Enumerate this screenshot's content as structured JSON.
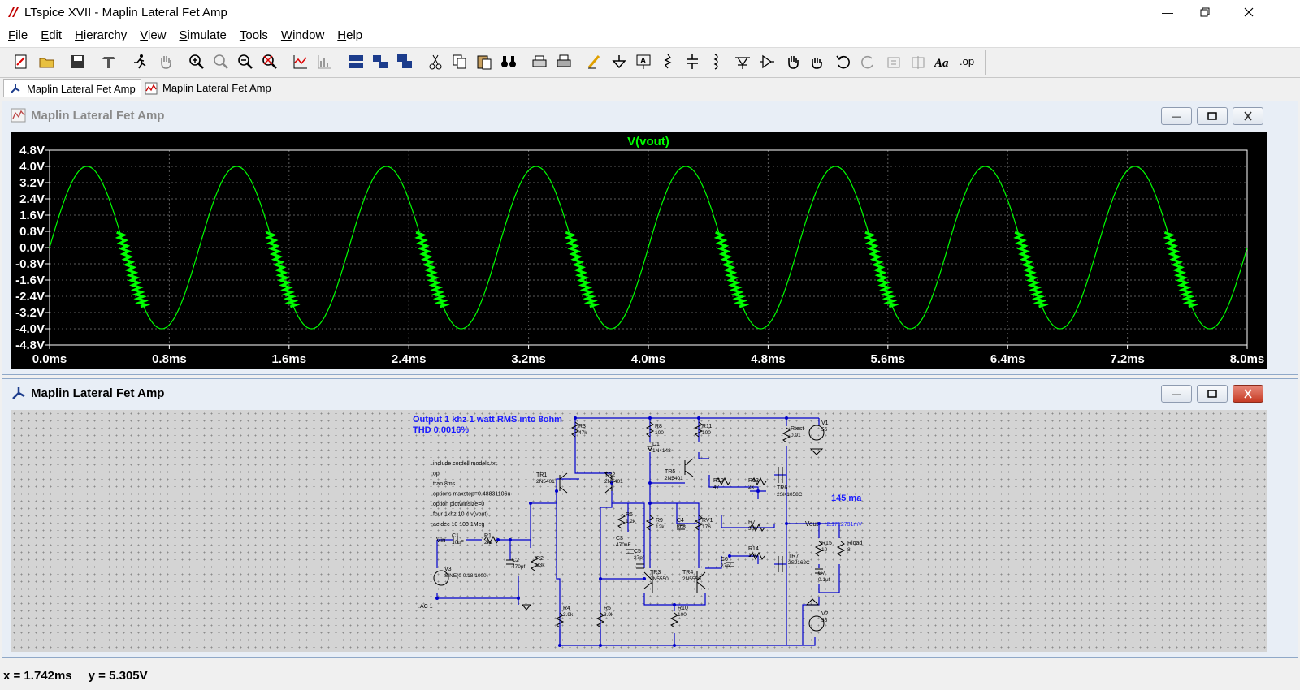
{
  "window": {
    "title": "LTspice XVII - Maplin Lateral Fet Amp"
  },
  "menu": [
    "File",
    "Edit",
    "Hierarchy",
    "View",
    "Simulate",
    "Tools",
    "Window",
    "Help"
  ],
  "tabs": [
    {
      "label": "Maplin Lateral Fet Amp",
      "kind": "schematic",
      "active": true
    },
    {
      "label": "Maplin Lateral Fet Amp",
      "kind": "waveform",
      "active": false
    }
  ],
  "plot_window": {
    "title": "Maplin Lateral Fet Amp"
  },
  "schematic_window": {
    "title": "Maplin Lateral Fet Amp"
  },
  "colors": {
    "trace": "#00ff00",
    "grid": "#5a5a5a",
    "axis_text": "#ffffff",
    "wire": "#0000cc",
    "text_blue": "#1a1aff"
  },
  "chart_data": {
    "type": "line",
    "title": "V(vout)",
    "xlabel": "",
    "ylabel": "",
    "xlim": [
      0,
      8
    ],
    "ylim": [
      -4.8,
      4.8
    ],
    "x_ticks": [
      "0.0ms",
      "0.8ms",
      "1.6ms",
      "2.4ms",
      "3.2ms",
      "4.0ms",
      "4.8ms",
      "5.6ms",
      "6.4ms",
      "7.2ms",
      "8.0ms"
    ],
    "y_ticks": [
      "4.8V",
      "4.0V",
      "3.2V",
      "2.4V",
      "1.6V",
      "0.8V",
      "0.0V",
      "-0.8V",
      "-1.6V",
      "-2.4V",
      "-3.2V",
      "-4.0V",
      "-4.8V"
    ],
    "series": [
      {
        "name": "V(vout)",
        "amplitude": 4.0,
        "frequency_khz": 1.0,
        "phase_ms": 0.0
      }
    ],
    "grid": true
  },
  "schematic": {
    "notes": [
      "Output 1 khz 1 watt RMS into 8ohm",
      "THD 0.0016%"
    ],
    "directives": [
      ".include cordell models.txt",
      ";op",
      ".tran 8ms",
      ".options maxstep=0.48831106u",
      ".option plotwinsize=0",
      ".four 1khz 10 4 v(vout)",
      ";ac dec 10 100 1Meg"
    ],
    "current_label": "145 ma",
    "vout_label": "Vout",
    "vout_value": "-2.1712731mV",
    "ac_label": ".AC 1",
    "vin_label": "Vin",
    "components": [
      {
        "ref": "R3",
        "value": "47k"
      },
      {
        "ref": "R8",
        "value": "100"
      },
      {
        "ref": "R11",
        "value": "100"
      },
      {
        "ref": "Rtest",
        "value": "0.01"
      },
      {
        "ref": "V1",
        "value": "55"
      },
      {
        "ref": "D1",
        "value": "1N4148"
      },
      {
        "ref": "TR5",
        "value": "2N5401"
      },
      {
        "ref": "TR1",
        "value": "2N5401"
      },
      {
        "ref": "TR2",
        "value": "2N5401"
      },
      {
        "ref": "R12",
        "value": "47"
      },
      {
        "ref": "R13",
        "value": "2k"
      },
      {
        "ref": "TR6",
        "value": "2SK1058C"
      },
      {
        "ref": "R6",
        "value": "1.2k"
      },
      {
        "ref": "R9",
        "value": "12k"
      },
      {
        "ref": "C4",
        "value": "6n8"
      },
      {
        "ref": "RV1",
        "value": "176"
      },
      {
        "ref": "R7",
        "value": "33k"
      },
      {
        "ref": "C1",
        "value": "10uF"
      },
      {
        "ref": "R1",
        "value": "2k2"
      },
      {
        "ref": "C2",
        "value": "470pf"
      },
      {
        "ref": "R2",
        "value": "33k"
      },
      {
        "ref": "C3",
        "value": "470uF"
      },
      {
        "ref": "C5",
        "value": "27pf"
      },
      {
        "ref": "C6",
        "value": "27pf"
      },
      {
        "ref": "R14",
        "value": "10k"
      },
      {
        "ref": "TR7",
        "value": "2SJ162C"
      },
      {
        "ref": "R15",
        "value": "10"
      },
      {
        "ref": "Rload",
        "value": "8"
      },
      {
        "ref": "C7",
        "value": "0.1uf"
      },
      {
        "ref": "V3",
        "value": "SINE(0 0.18 1000)"
      },
      {
        "ref": "TR3",
        "value": "2N5550"
      },
      {
        "ref": "TR4",
        "value": "2N5550"
      },
      {
        "ref": "R4",
        "value": "3.9k"
      },
      {
        "ref": "R5",
        "value": "3.9k"
      },
      {
        "ref": "R10",
        "value": "100"
      },
      {
        "ref": "V2",
        "value": "55"
      }
    ]
  },
  "status": {
    "x": "x = 1.742ms",
    "y": "y = 5.305V"
  }
}
